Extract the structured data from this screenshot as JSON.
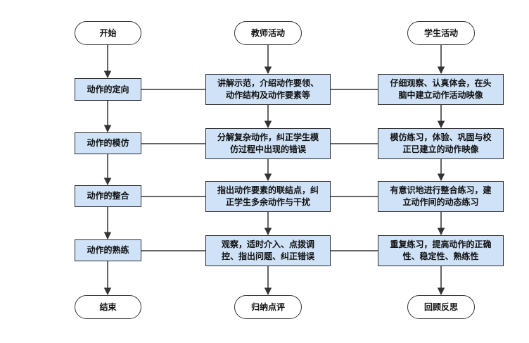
{
  "colors": {
    "box_fill": "#cfe2f7",
    "box_border": "#2b2b2b",
    "pill_fill": "#ffffff",
    "line": "#333333"
  },
  "left_column": {
    "start": "开始",
    "stages": [
      "动作的定向",
      "动作的模仿",
      "动作的整合",
      "动作的熟练"
    ],
    "end": "结束"
  },
  "teacher_column": {
    "header": "教师活动",
    "steps": [
      [
        "讲解示范，介绍动作要领、",
        "动作结构及动作要素等"
      ],
      [
        "分解复杂动作，纠正学生模",
        "仿过程中出现的错误"
      ],
      [
        "指出动作要素的联结点，纠",
        "正学生多余动作与干扰"
      ],
      [
        "观察，适时介入、点拨调",
        "控、指出问题、纠正错误"
      ]
    ],
    "end": "归纳点评"
  },
  "student_column": {
    "header": "学生活动",
    "steps": [
      [
        "仔细观察、认真体会，在头",
        "脑中建立动作活动映像"
      ],
      [
        "模仿练习，体验、巩固与校",
        "正已建立的动作映像"
      ],
      [
        "有意识地进行整合练习，建",
        "立动作间的动态练习"
      ],
      [
        "重复练习，提高动作的正确",
        "性、稳定性、熟练性"
      ]
    ],
    "end": "回顾反思"
  }
}
